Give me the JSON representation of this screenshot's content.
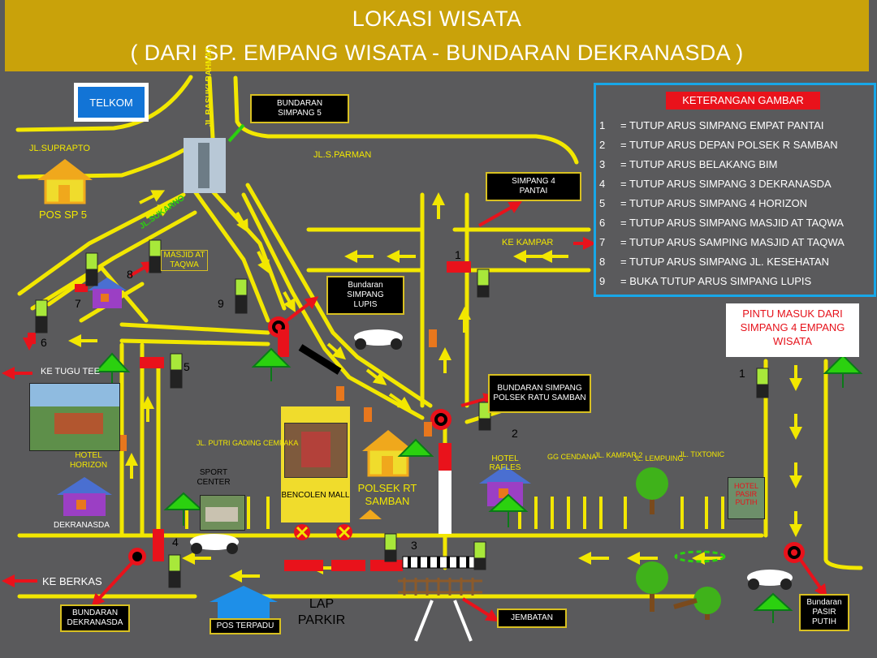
{
  "title": {
    "line1": "LOKASI WISATA",
    "line2": "( DARI SP. EMPANG WISATA - BUNDARAN DEKRANASDA )"
  },
  "colors": {
    "background": "#5a5a5c",
    "road": "#f2e700",
    "title_band": "#c9a20a",
    "legend_border": "#17a7e8",
    "legend_header": "#e9121b",
    "arrow_red": "#e9121b",
    "arrow_green": "#2bd10f",
    "block": "#e9121b"
  },
  "legend": {
    "header": "KETERANGAN GAMBAR",
    "items": [
      {
        "number": "1",
        "text": "= TUTUP ARUS SIMPANG EMPAT PANTAI"
      },
      {
        "number": "2",
        "text": "= TUTUP ARUS DEPAN POLSEK R SAMBAN"
      },
      {
        "number": "3",
        "text": "= TUTUP ARUS BELAKANG BIM"
      },
      {
        "number": "4",
        "text": "= TUTUP ARUS SIMPANG 3 DEKRANASDA"
      },
      {
        "number": "5",
        "text": "= TUTUP ARUS SIMPANG 4 HORIZON"
      },
      {
        "number": "6",
        "text": "= TUTUP ARUS SIMPANG MASJID AT TAQWA"
      },
      {
        "number": "7",
        "text": "= TUTUP ARUS SAMPING MASJID AT TAQWA"
      },
      {
        "number": "8",
        "text": "= TUTUP ARUS SIMPANG JL. KESEHATAN"
      },
      {
        "number": "9",
        "text": "= BUKA TUTUP ARUS SIMPANG LUPIS"
      }
    ]
  },
  "places": {
    "telkom": "TELKOM",
    "pos_sp5": "POS SP 5",
    "masjid": "MASJID AT TAQWA",
    "hotel_horizon": "HOTEL HORIZON",
    "dekranasda": "DEKRANASDA",
    "sport_center": "SPORT CENTER",
    "bencolen_mall": "BENCOLEN MALL",
    "polsek": "POLSEK RT SAMBAN",
    "hotel_rafles": "HOTEL RAFLES",
    "hotel_pasir_putih": "HOTEL PASIR PUTIH",
    "pos_terpadu": "POS TERPADU",
    "lap_parkir": "LAP PARKIR",
    "pintu_masuk": "PINTU MASUK DARI SIMPANG 4 EMPANG WISATA"
  },
  "boxes": {
    "bundaran_simpang5": "BUNDARAN SIMPANG 5",
    "simpang4_pantai": "SIMPANG 4 PANTAI",
    "bundaran_lupis": "Bundaran SIMPANG LUPIS",
    "bundaran_polsek": "BUNDARAN SIMPANG POLSEK RATU SAMBAN",
    "bundaran_dekranasda": "BUNDARAN DEKRANASDA",
    "jembatan": "JEMBATAN",
    "bundaran_pasir_putih": "Bundaran PASIR PUTIH"
  },
  "streets": {
    "suprapto": "JL.SUPRAPTO",
    "sparman": "JL.S.PARMAN",
    "basuki": "JL.BASUKI RAHMAT",
    "sukarno": "JL.SUKARNO",
    "putri_gading": "JL. PUTRI GADING CEMPAKA",
    "cendana": "GG CENDANA",
    "kampar": "JL. KAMPAR 2",
    "lempuing": "JL. LEMPUING",
    "tixtonic": "JL. TIXTONIC",
    "ke_kampar": "KE KAMPAR",
    "ke_tugu_thee": "KE TUGU TEE",
    "ke_berkas": "KE BERKAS"
  },
  "map_numbers": [
    "1",
    "2",
    "3",
    "4",
    "5",
    "6",
    "7",
    "8",
    "9",
    "1"
  ]
}
